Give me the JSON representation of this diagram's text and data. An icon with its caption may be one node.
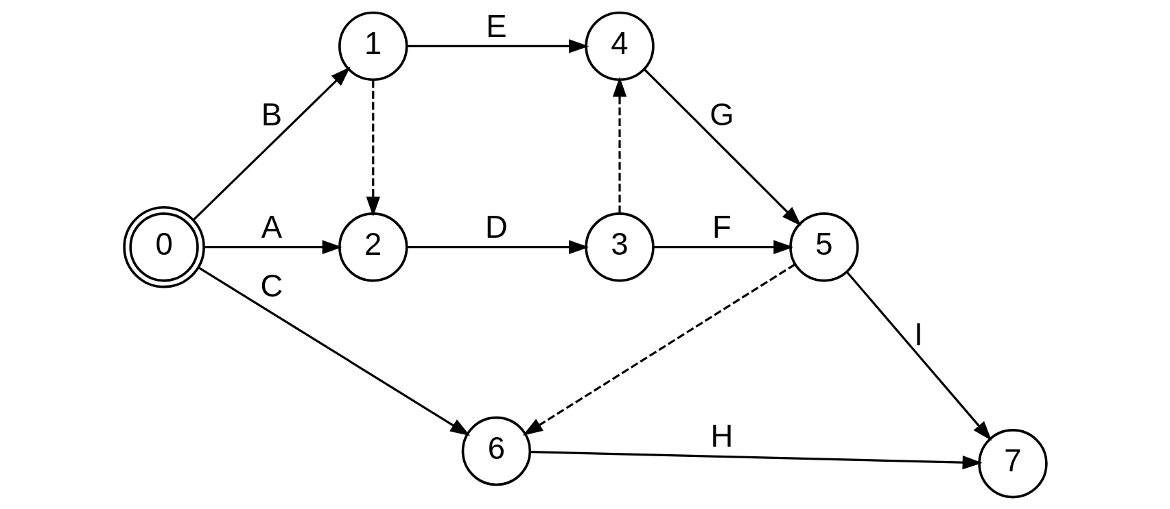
{
  "diagram": {
    "nodes": [
      {
        "text": [
          "0"
        ]
      },
      {
        "text": [
          "1"
        ]
      },
      {
        "text": [
          "2"
        ]
      },
      {
        "text": [
          "3"
        ]
      },
      {
        "text": [
          "4"
        ]
      },
      {
        "text": [
          "5"
        ]
      },
      {
        "text": [
          "6"
        ]
      },
      {
        "text": [
          "7"
        ]
      }
    ],
    "edges": [
      {
        "from": 0,
        "to": 1,
        "arrow": "to",
        "label": "B"
      },
      {
        "from": 0,
        "to": 2,
        "arrow": "to",
        "label": "A"
      },
      {
        "from": 0,
        "to": 6,
        "arrow": "to",
        "label": "C"
      },
      {
        "from": 1,
        "to": 4,
        "arrow": "to",
        "label": "E"
      },
      {
        "from": 1,
        "to": 2,
        "arrow": "to",
        "style": "dashed"
      },
      {
        "from": 2,
        "to": 3,
        "arrow": "to",
        "label": "D"
      },
      {
        "from": 3,
        "to": 4,
        "arrow": "to",
        "style": "dashed"
      },
      {
        "from": 3,
        "to": 5,
        "arrow": "to",
        "label": "F"
      },
      {
        "from": 4,
        "to": 5,
        "arrow": "to",
        "label": "G"
      },
      {
        "from": 5,
        "to": 7,
        "arrow": "to",
        "label": "I"
      },
      {
        "from": 5,
        "to": 6,
        "arrow": "to",
        "style": "dashed"
      },
      {
        "from": 6,
        "to": 7,
        "arrow": "to",
        "label": "H"
      }
    ]
  }
}
